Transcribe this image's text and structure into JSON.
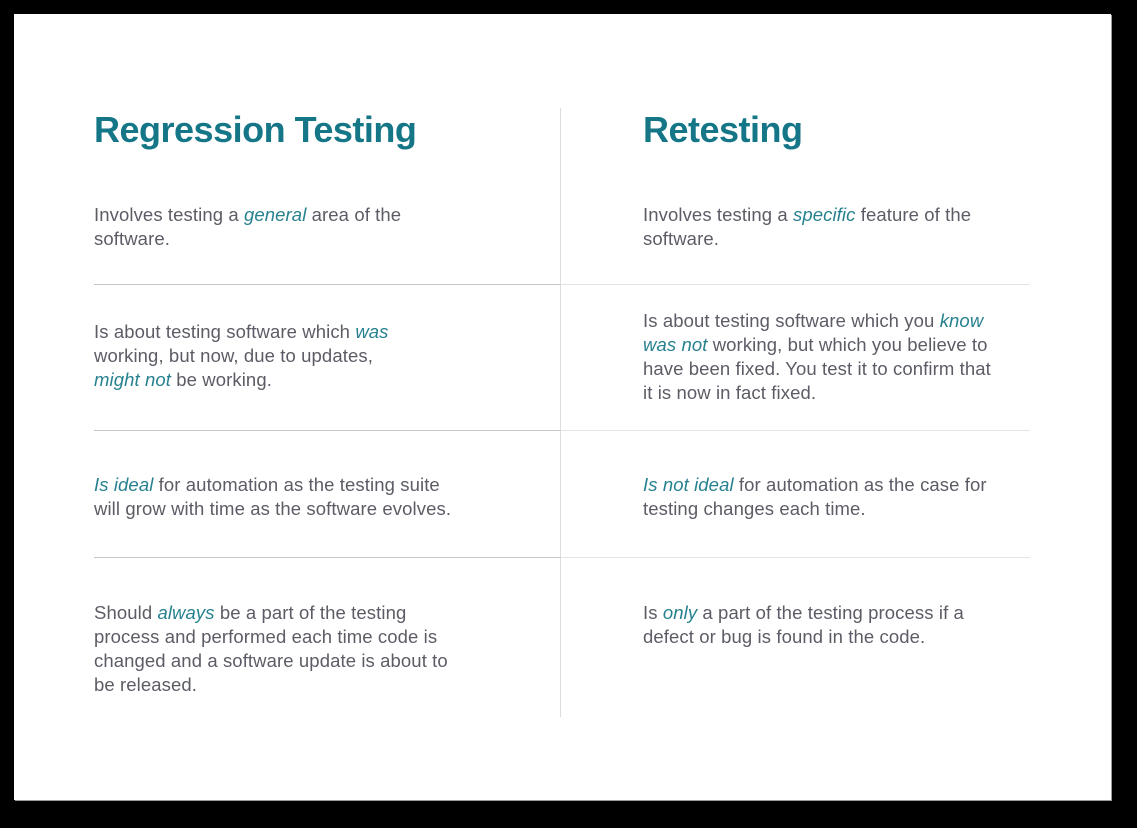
{
  "colors": {
    "background": "#000000",
    "card_background": "#ffffff",
    "heading_teal": "#147686",
    "emphasis_teal": "#26818f",
    "body_gray": "#5c5c66",
    "divider_left_segment": "#c4c6cb",
    "divider_right_segment": "#e4e4e6",
    "vertical_divider": "#dddde0"
  },
  "comparison": {
    "columns": [
      {
        "title": "Regression Testing",
        "rows": [
          [
            {
              "t": "Involves testing a ",
              "em": false
            },
            {
              "t": "general",
              "em": true
            },
            {
              "t": " area of the\nsoftware.",
              "em": false
            }
          ],
          [
            {
              "t": "Is about testing software which ",
              "em": false
            },
            {
              "t": "was",
              "em": true
            },
            {
              "t": "\nworking, but now, due to updates,\n",
              "em": false
            },
            {
              "t": "might not",
              "em": true
            },
            {
              "t": " be working.",
              "em": false
            }
          ],
          [
            {
              "t": "Is ideal",
              "em": true
            },
            {
              "t": " for automation as the testing suite\nwill grow with time as the software evolves.",
              "em": false
            }
          ],
          [
            {
              "t": "Should ",
              "em": false
            },
            {
              "t": "always",
              "em": true
            },
            {
              "t": " be a part of the testing\nprocess and performed each time code is\nchanged and a software update is about to\nbe released.",
              "em": false
            }
          ]
        ]
      },
      {
        "title": "Retesting",
        "rows": [
          [
            {
              "t": "Involves testing a ",
              "em": false
            },
            {
              "t": "specific",
              "em": true
            },
            {
              "t": " feature of the\nsoftware.",
              "em": false
            }
          ],
          [
            {
              "t": "Is about testing software which you ",
              "em": false
            },
            {
              "t": "know\nwas not",
              "em": true
            },
            {
              "t": " working, but which you believe to\nhave been fixed. You test it to confirm that\nit is now in fact fixed.",
              "em": false
            }
          ],
          [
            {
              "t": "Is not ideal",
              "em": true
            },
            {
              "t": " for automation as the case for\ntesting changes each time.",
              "em": false
            }
          ],
          [
            {
              "t": "Is ",
              "em": false
            },
            {
              "t": "only",
              "em": true
            },
            {
              "t": " a part of the testing process if a\ndefect or bug is found in the code.",
              "em": false
            }
          ]
        ]
      }
    ]
  }
}
